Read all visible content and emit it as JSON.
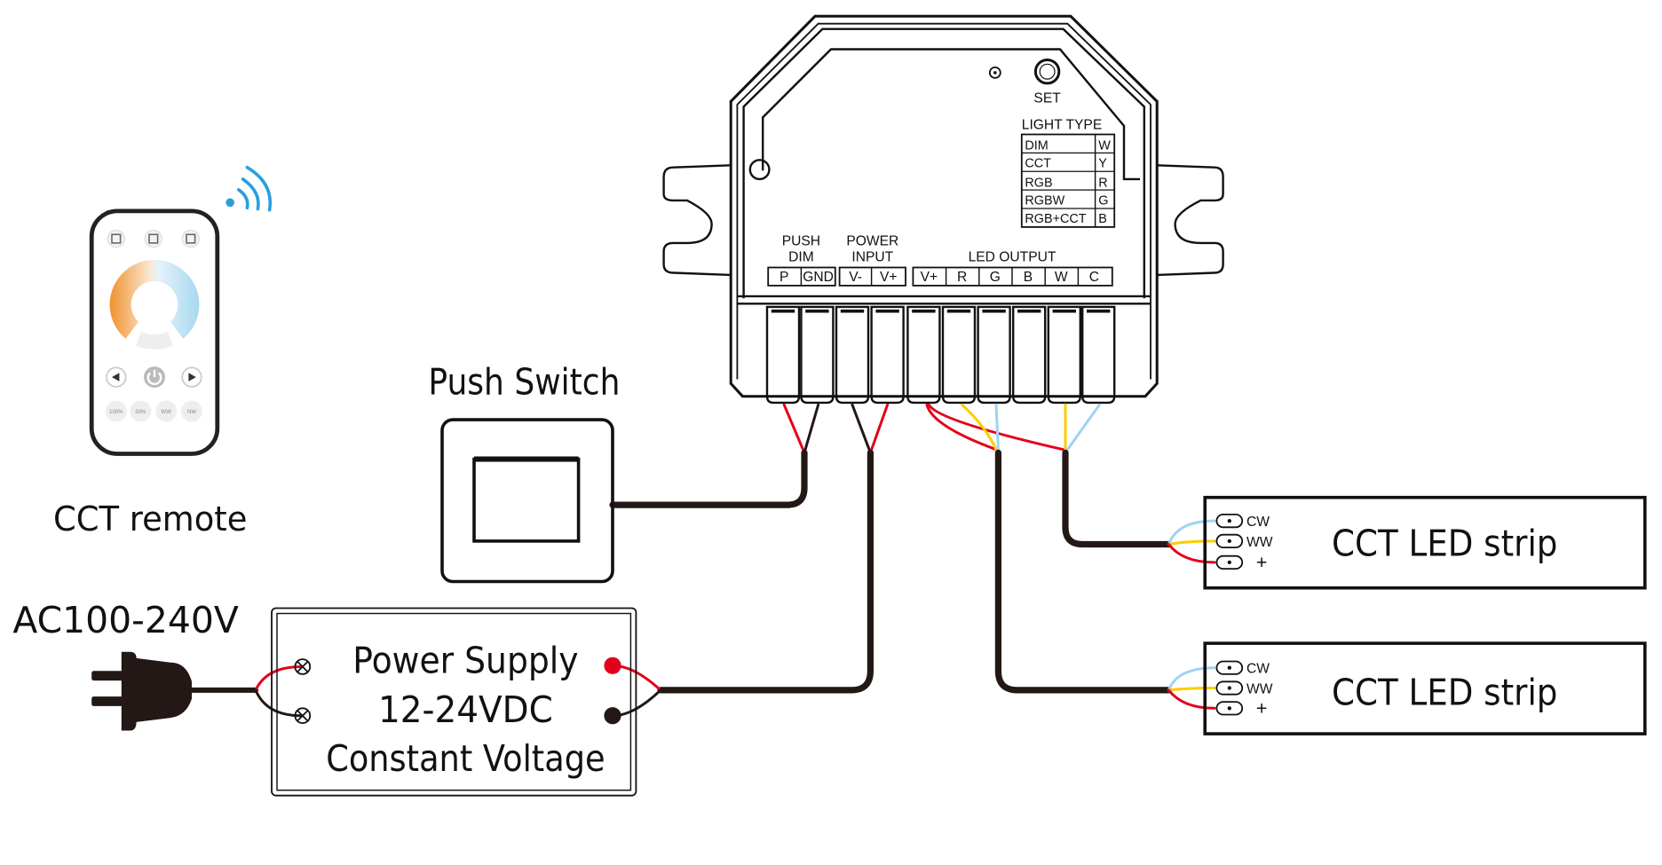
{
  "controller": {
    "set_label": "SET",
    "light_type": {
      "title": "LIGHT TYPE",
      "rows": [
        {
          "type": "DIM",
          "code": "W"
        },
        {
          "type": "CCT",
          "code": "Y"
        },
        {
          "type": "RGB",
          "code": "R"
        },
        {
          "type": "RGBW",
          "code": "G"
        },
        {
          "type": "RGB+CCT",
          "code": "B"
        }
      ]
    },
    "groups": {
      "push_dim_1": "PUSH",
      "push_dim_2": "DIM",
      "power_input_1": "POWER",
      "power_input_2": "INPUT",
      "led_output": "LED OUTPUT"
    },
    "terminals": [
      "P",
      "GND",
      "V-",
      "V+",
      "V+",
      "R",
      "G",
      "B",
      "W",
      "C"
    ]
  },
  "remote": {
    "label": "CCT remote",
    "buttons": [
      "100%",
      "50%",
      "WW",
      "NW"
    ]
  },
  "push_switch": {
    "label": "Push Switch"
  },
  "mains": {
    "label": "AC100-240V"
  },
  "power_supply": {
    "line1": "Power Supply",
    "line2": "12-24VDC",
    "line3": "Constant Voltage"
  },
  "strips": [
    {
      "label": "CCT LED strip",
      "pins": [
        "CW",
        "WW",
        "+"
      ]
    },
    {
      "label": "CCT LED strip",
      "pins": [
        "CW",
        "WW",
        "+"
      ]
    }
  ],
  "colors": {
    "wire_red": "#e3001b",
    "wire_yellow": "#ffcc00",
    "wire_blue": "#9fd3f2",
    "wire_black": "#231815",
    "signal_blue": "#2b9fdc",
    "warm": "#f0922e",
    "cool": "#a8d8f0"
  }
}
